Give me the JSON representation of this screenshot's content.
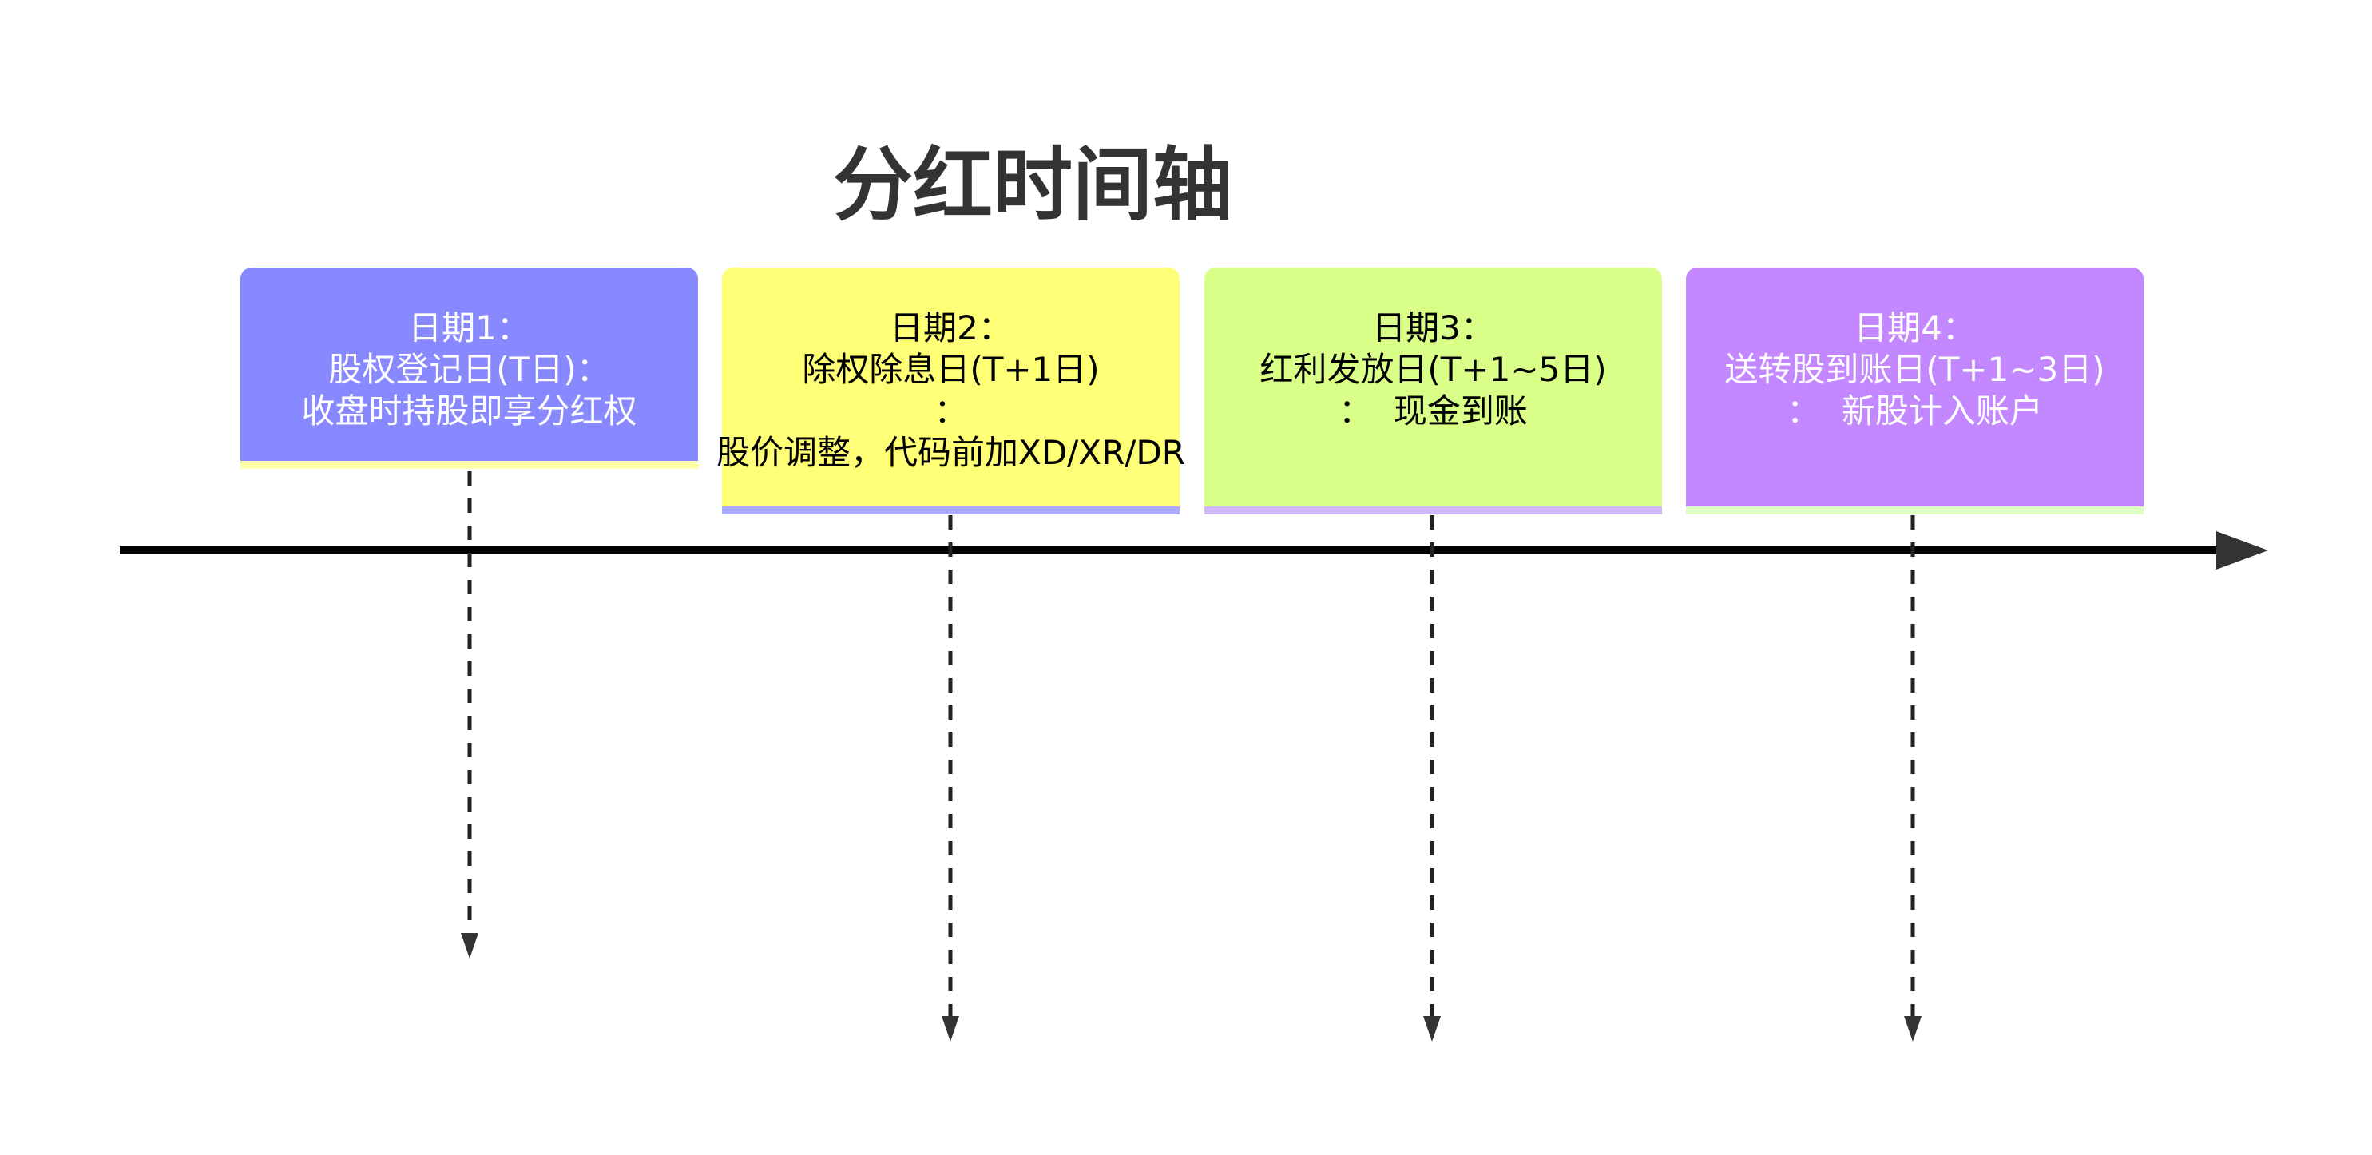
{
  "title": "分红时间轴",
  "events": [
    {
      "label": "日期1：\n股权登记日(T日)：\n收盘时持股即享分红权",
      "color": "#8888ff",
      "strip": "#ffffaa",
      "text_color": "#ffffff"
    },
    {
      "label": "日期2：\n除权除息日(T+1日)\n：\n股价调整，代码前加XD/XR/DR",
      "color": "#ffff77",
      "strip": "#aaaaff",
      "text_color": "#000000"
    },
    {
      "label": "日期3：\n红利发放日(T+1~5日)\n：  现金到账",
      "color": "#d9ff88",
      "strip": "#d1b8f7",
      "text_color": "#000000"
    },
    {
      "label": "日期4：\n送转股到账日(T+1~3日)\n：  新股计入账户",
      "color": "#c387ff",
      "strip": "#ddffc4",
      "text_color": "#ffffff"
    }
  ]
}
